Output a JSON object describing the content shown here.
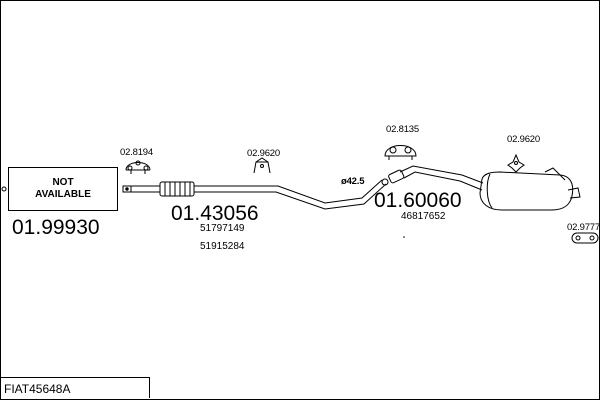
{
  "title": "FIAT45648A",
  "not_available": {
    "line1": "NOT",
    "line2": "AVAILABLE"
  },
  "parts": [
    {
      "number": "01.99930"
    },
    {
      "number": "01.43056",
      "oe": [
        "51797149",
        "51915284"
      ]
    },
    {
      "number": "01.60060",
      "oe": [
        "46817652"
      ]
    }
  ],
  "hangers": [
    "02.8194",
    "02.9620",
    "02.8135",
    "02.9620",
    "02.9777"
  ],
  "diameter": "ø42.5"
}
